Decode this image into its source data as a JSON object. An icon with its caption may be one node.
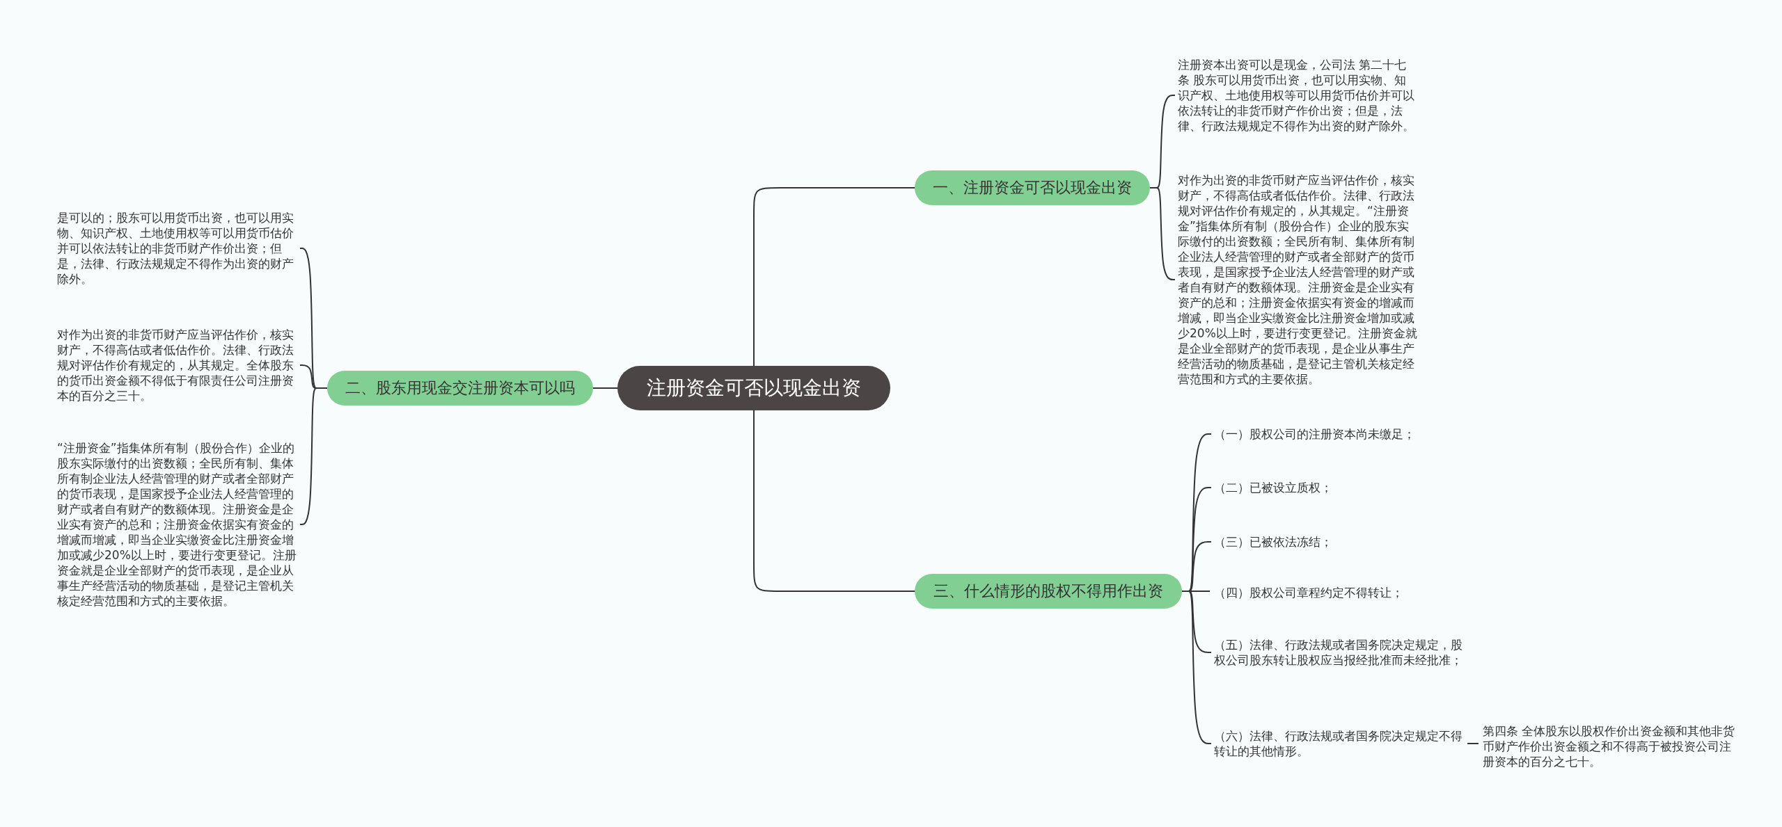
{
  "diagram": {
    "nodes": [
      {
        "text": [
          "注册资金可否以现金出资"
        ]
      },
      {
        "text": [
          "一、注册资金可否以现金出资"
        ]
      },
      {
        "text": [
          "二、股东用现金交注册资本可以吗"
        ]
      },
      {
        "text": [
          "三、什么情形的股权不得用作出资"
        ]
      },
      {
        "text": [
          "注册资本出资可以是现金，公司法 第二十七条 股东可以用货币出资，也可以用实物、知识产权、土地使用权等可以用货币估价并可以依法转让的非货币财产作价出资；但是，法律、行政法规规定不得作为出资的财产除外。"
        ]
      },
      {
        "text": [
          "对作为出资的非货币财产应当评估作价，核实财产，不得高估或者低估作价。法律、行政法规对评估作价有规定的，从其规定。“注册资金”指集体所有制（股份合作）企业的股东实际缴付的出资数额；全民所有制、集体所有制企业法人经营管理的财产或者全部财产的货币表现，是国家授予企业法人经营管理的财产或者自有财产的数额体现。注册资金是企业实有资产的总和；注册资金依据实有资金的增减而增减，即当企业实缴资金比注册资金增加或减少20%以上时，要进行变更登记。注册资金就是企业全部财产的货币表现，是企业从事生产经营活动的物质基础，是登记主管机关核定经营范围和方式的主要依据。"
        ]
      },
      {
        "text": [
          "是可以的；股东可以用货币出资，也可以用实物、知识产权、土地使用权等可以用货币估价并可以依法转让的非货币财产作价出资；但是，法律、行政法规规定不得作为出资的财产除外。"
        ]
      },
      {
        "text": [
          "对作为出资的非货币财产应当评估作价，核实财产，不得高估或者低估作价。法律、行政法规对评估作价有规定的，从其规定。全体股东的货币出资金额不得低于有限责任公司注册资本的百分之三十。"
        ]
      },
      {
        "text": [
          "“注册资金”指集体所有制（股份合作）企业的股东实际缴付的出资数额；全民所有制、集体所有制企业法人经营管理的财产或者全部财产的货币表现，是国家授予企业法人经营管理的财产或者自有财产的数额体现。注册资金是企业实有资产的总和；注册资金依据实有资金的增减而增减，即当企业实缴资金比注册资金增加或减少20%以上时，要进行变更登记。注册资金就是企业全部财产的货币表现，是企业从事生产经营活动的物质基础，是登记主管机关核定经营范围和方式的主要依据。"
        ]
      },
      {
        "text": [
          "（一）股权公司的注册资本尚未缴足；"
        ]
      },
      {
        "text": [
          "（二）已被设立质权；"
        ]
      },
      {
        "text": [
          "（三）已被依法冻结；"
        ]
      },
      {
        "text": [
          "（四）股权公司章程约定不得转让；"
        ]
      },
      {
        "text": [
          "（五）法律、行政法规或者国务院决定规定，股权公司股东转让股权应当报经批准而未经批准；"
        ]
      },
      {
        "text": [
          "（六）法律、行政法规或者国务院决定规定不得转让的其他情形。"
        ]
      },
      {
        "text": [
          "第四条 全体股东以股权作价出资金额和其他非货币财产作价出资金额之和不得高于被投资公司注册资本的百分之七十。"
        ]
      }
    ],
    "edges": [
      {
        "from": 0,
        "to": 1,
        "arrow": "none"
      },
      {
        "from": 0,
        "to": 2,
        "arrow": "none"
      },
      {
        "from": 0,
        "to": 3,
        "arrow": "none"
      },
      {
        "from": 1,
        "to": 4,
        "arrow": "none"
      },
      {
        "from": 1,
        "to": 5,
        "arrow": "none"
      },
      {
        "from": 2,
        "to": 6,
        "arrow": "none"
      },
      {
        "from": 2,
        "to": 7,
        "arrow": "none"
      },
      {
        "from": 2,
        "to": 8,
        "arrow": "none"
      },
      {
        "from": 3,
        "to": 9,
        "arrow": "none"
      },
      {
        "from": 3,
        "to": 10,
        "arrow": "none"
      },
      {
        "from": 3,
        "to": 11,
        "arrow": "none"
      },
      {
        "from": 3,
        "to": 12,
        "arrow": "none"
      },
      {
        "from": 3,
        "to": 13,
        "arrow": "none"
      },
      {
        "from": 3,
        "to": 14,
        "arrow": "none"
      },
      {
        "from": 14,
        "to": 15,
        "arrow": "none"
      }
    ]
  }
}
